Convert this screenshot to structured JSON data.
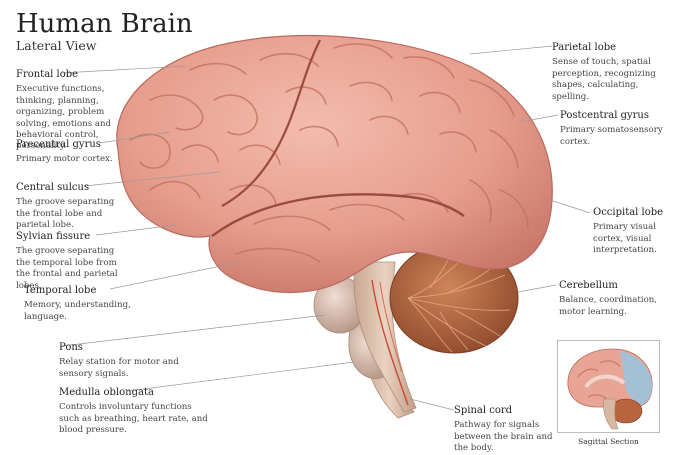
{
  "title": "Human Brain",
  "subtitle": "Lateral View",
  "labels": {
    "frontal": {
      "name": "Frontal lobe",
      "desc": "Executive functions, thinking, planning, organizing, problem solving, emotions and behavioral control, personality."
    },
    "precentral": {
      "name": "Precentral gyrus",
      "desc": "Primary motor cortex."
    },
    "central": {
      "name": "Central sulcus",
      "desc": "The groove separating the frontal lobe and parietal lobe."
    },
    "sylvian": {
      "name": "Sylvian fissure",
      "desc": "The groove separating the temporal lobe from the frontal and parietal lobes."
    },
    "temporal": {
      "name": "Temporal lobe",
      "desc": "Memory, understanding, language."
    },
    "pons": {
      "name": "Pons",
      "desc": "Relay station for motor and sensory signals."
    },
    "medulla": {
      "name": "Medulla oblongata",
      "desc": "Controls involuntary functions such as breathing, heart rate, and blood pressure."
    },
    "parietal": {
      "name": "Parietal lobe",
      "desc": "Sense of touch, spatial perception, recognizing shapes, calculating, spelling."
    },
    "postcentral": {
      "name": "Postcentral gyrus",
      "desc": "Primary somatosensory cortex."
    },
    "occipital": {
      "name": "Occipital lobe",
      "desc": "Primary visual cortex, visual interpretation."
    },
    "cerebellum": {
      "name": "Cerebellum",
      "desc": "Balance, coordination, motor learning."
    },
    "spinal": {
      "name": "Spinal cord",
      "desc": "Pathway for signals between the brain and the body."
    }
  },
  "inset": {
    "caption": "Sagittal Section"
  },
  "colors": {
    "cortex": "#e9a394",
    "cortex_dark": "#b9665a",
    "cerebellum": "#b8643f",
    "brainstem": "#d9b8a3",
    "leader": "#9a9a9a",
    "inset_blue": "#9cc3dc"
  }
}
